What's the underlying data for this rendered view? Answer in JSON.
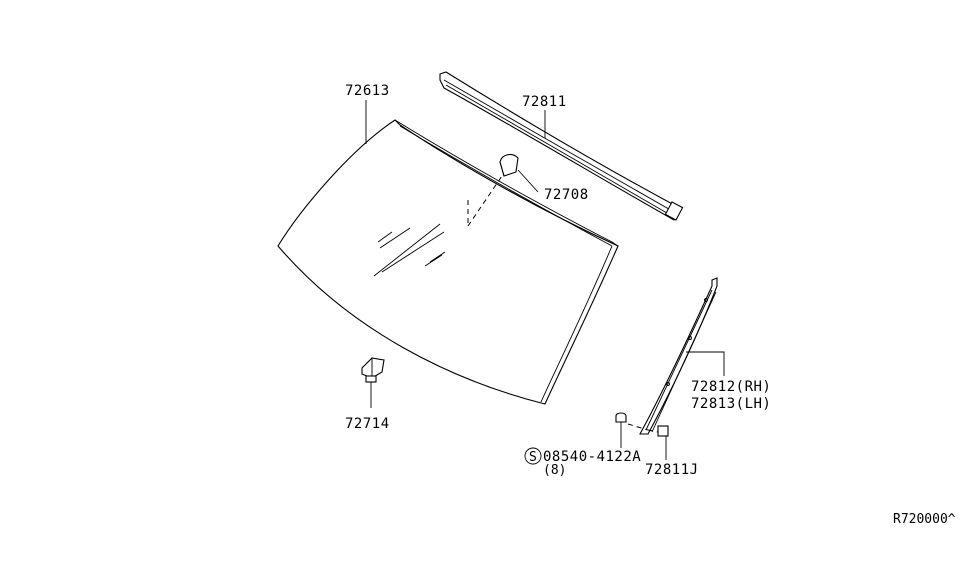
{
  "diagram": {
    "background": "#ffffff",
    "ink": "#000000",
    "parts": {
      "windshield_glass": "72613",
      "top_molding": "72811",
      "mirror_base": "72708",
      "clip": "72714",
      "side_molding_rh": "72812(RH)",
      "side_molding_lh": "72813(LH)",
      "screw_code": "08540-4122A",
      "screw_symbol": "S",
      "screw_qty": "(8)",
      "side_clip": "72811J"
    },
    "reference": "R720000^"
  }
}
